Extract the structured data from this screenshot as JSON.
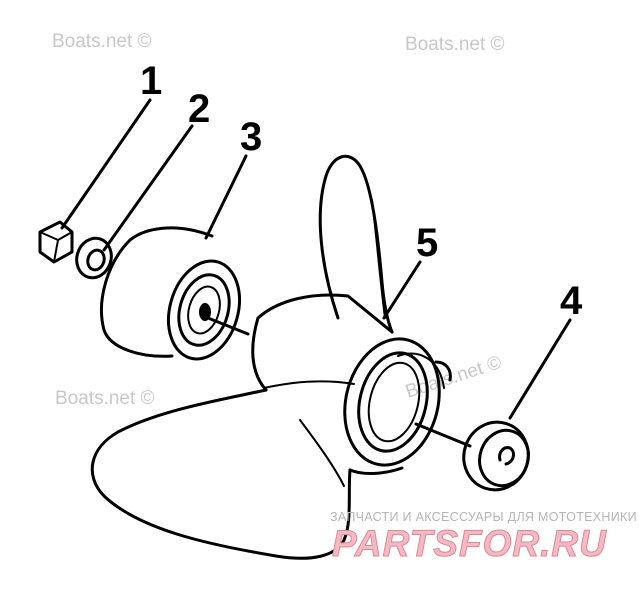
{
  "watermarks": {
    "wm1": "Boats.net ©",
    "wm2": "Boats.net ©",
    "wm3": "Boats.net ©",
    "wm4": "Boats.net ©"
  },
  "callouts": [
    "1",
    "2",
    "3",
    "4",
    "5"
  ],
  "brand": {
    "tagline": "ЗАПЧАСТИ И АКСЕССУАРЫ ДЛЯ МОТОТЕХНИКИ",
    "site": "PARTSFOR.RU"
  }
}
